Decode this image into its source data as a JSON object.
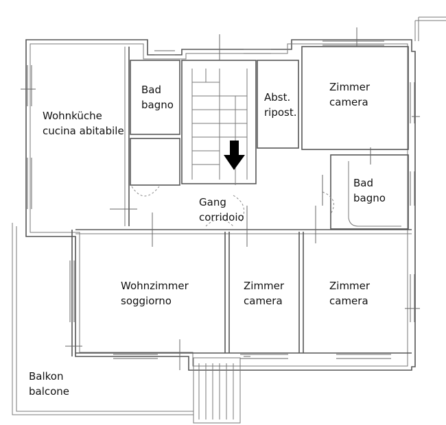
{
  "rooms": {
    "wohnkueche": {
      "line1": "Wohnküche",
      "line2": "cucina abitabile"
    },
    "bad1": {
      "line1": "Bad",
      "line2": "bagno"
    },
    "abst": {
      "line1": "Abst.",
      "line2": "ripost."
    },
    "zimmer1": {
      "line1": "Zimmer",
      "line2": "camera"
    },
    "bad2": {
      "line1": "Bad",
      "line2": "bagno"
    },
    "gang": {
      "line1": "Gang",
      "line2": "corridoio"
    },
    "wohnzimmer": {
      "line1": "Wohnzimmer",
      "line2": "soggiorno"
    },
    "zimmer2": {
      "line1": "Zimmer",
      "line2": "camera"
    },
    "zimmer3": {
      "line1": "Zimmer",
      "line2": "camera"
    },
    "balkon": {
      "line1": "Balkon",
      "line2": "balcone"
    }
  },
  "colors": {
    "walls": "#555555",
    "arrow": "#000000",
    "background": "#ffffff"
  },
  "icons": {
    "entrance": "down-arrow-icon"
  }
}
